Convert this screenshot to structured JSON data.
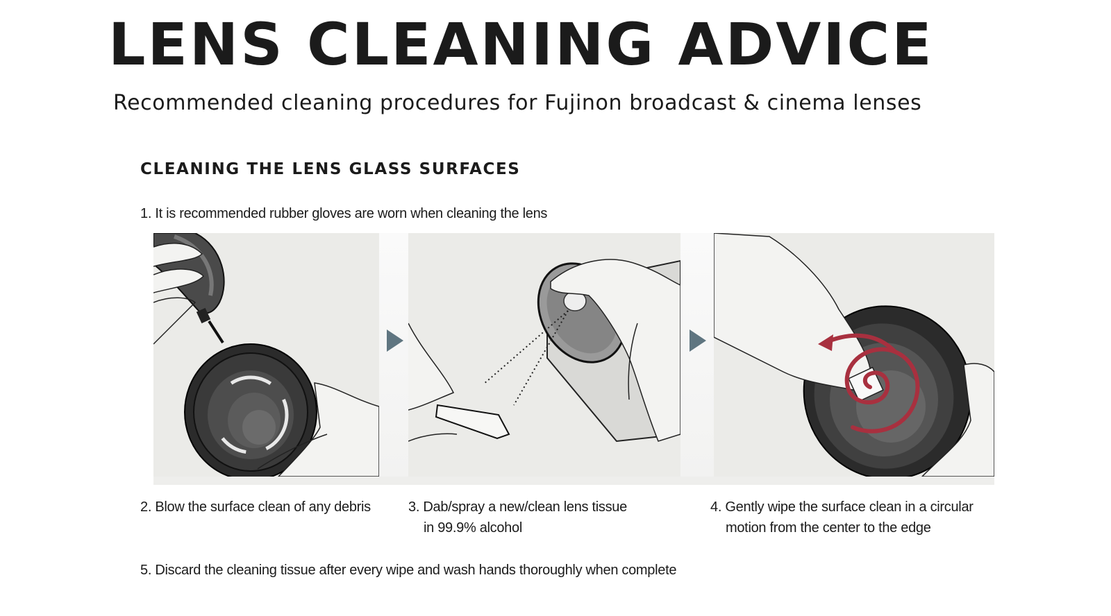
{
  "header": {
    "title": "LENS CLEANING ADVICE",
    "subtitle": "Recommended cleaning procedures for Fujinon broadcast & cinema lenses"
  },
  "section": {
    "heading": "CLEANING THE LENS GLASS SURFACES"
  },
  "steps": [
    {
      "number": "1.",
      "text": "It is recommended rubber gloves are worn when cleaning the lens"
    },
    {
      "number": "2.",
      "text": "Blow the surface clean of any debris"
    },
    {
      "number": "3.",
      "line1": "Dab/spray a new/clean lens tissue",
      "line2": "in 99.9% alcohol"
    },
    {
      "number": "4.",
      "line1": "Gently wipe the surface clean in a circular",
      "line2": "motion from the center to the edge"
    },
    {
      "number": "5.",
      "text": "Discard the cleaning tissue after every wipe and wash hands thoroughly when complete"
    }
  ],
  "illustrations": [
    {
      "name": "blower-bulb-on-lens",
      "description": "Hand squeezing a blower bulb over a lens"
    },
    {
      "name": "spray-can-on-tissue",
      "description": "Spraying alcohol from a can onto a lens tissue"
    },
    {
      "name": "circular-wipe-on-lens",
      "description": "Wiping the lens with tissue in a spiral motion"
    }
  ],
  "colors": {
    "text": "#1b1b1b",
    "panel_bg": "#ebebe8",
    "arrow": "#5f7580",
    "spiral": "#a8303f"
  }
}
